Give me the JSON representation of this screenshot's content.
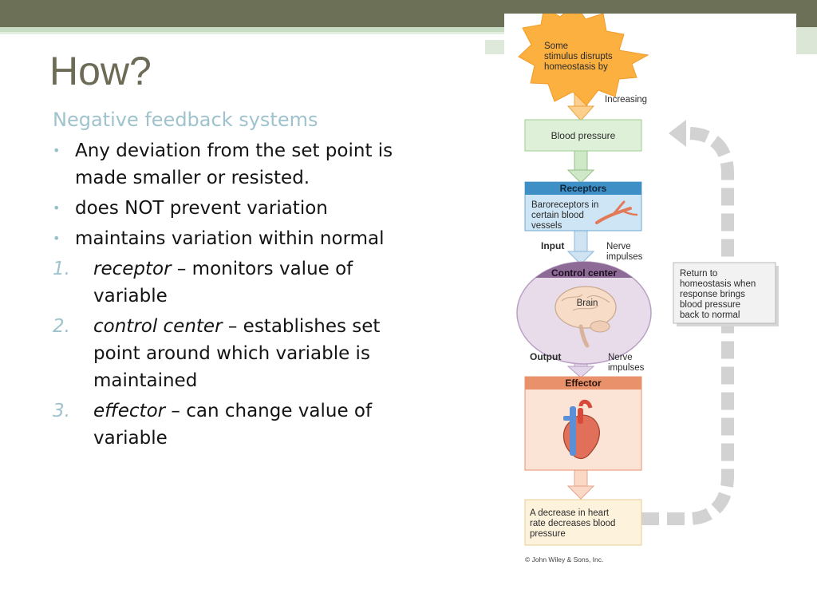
{
  "slide": {
    "title": "How?",
    "subtitle": "Negative feedback systems",
    "bullets": [
      "Any deviation from the set point is made smaller or resisted.",
      "does NOT prevent variation",
      "maintains variation within normal"
    ],
    "bullet_marker": "•",
    "numbered": [
      {
        "num": "1.",
        "term": "receptor",
        "rest": " – monitors value of variable"
      },
      {
        "num": "2.",
        "term": "control center",
        "rest": " – establishes set point around which variable is maintained"
      },
      {
        "num": "3.",
        "term": "effector",
        "rest": " – can change value of variable"
      }
    ]
  },
  "figure": {
    "stimulus_lines": [
      "Some",
      "stimulus disrupts",
      "homeostasis by"
    ],
    "increasing": "Increasing",
    "blood_pressure": "Blood pressure",
    "receptors_header": "Receptors",
    "receptors_lines": [
      "Baroreceptors in",
      "certain blood",
      "vessels"
    ],
    "input": "Input",
    "nerve_in": [
      "Nerve",
      "impulses"
    ],
    "control_header": "Control center",
    "brain": "Brain",
    "output": "Output",
    "nerve_out": [
      "Nerve",
      "impulses"
    ],
    "effector_header": "Effector",
    "decrease_lines": [
      "A decrease in heart",
      "rate decreases blood",
      "pressure"
    ],
    "return_lines": [
      "Return to",
      "homeostasis when",
      "response brings",
      "blood pressure",
      "back to normal"
    ],
    "copyright": "© John Wiley & Sons, Inc."
  },
  "colors": {
    "title": "#6d6b55",
    "accent": "#9fc3cc",
    "header_band": "#6b7057",
    "stimulus": "#fbb040",
    "blood_pressure_box": "#dff0d8",
    "receptors_header": "#3d8fc6",
    "receptors_body": "#cde5f4",
    "control_header": "#8e6a96",
    "control_body": "#e8dceb",
    "effector_header": "#e9916a",
    "effector_body": "#fbe3d6",
    "result_box": "#fdf3dc"
  }
}
